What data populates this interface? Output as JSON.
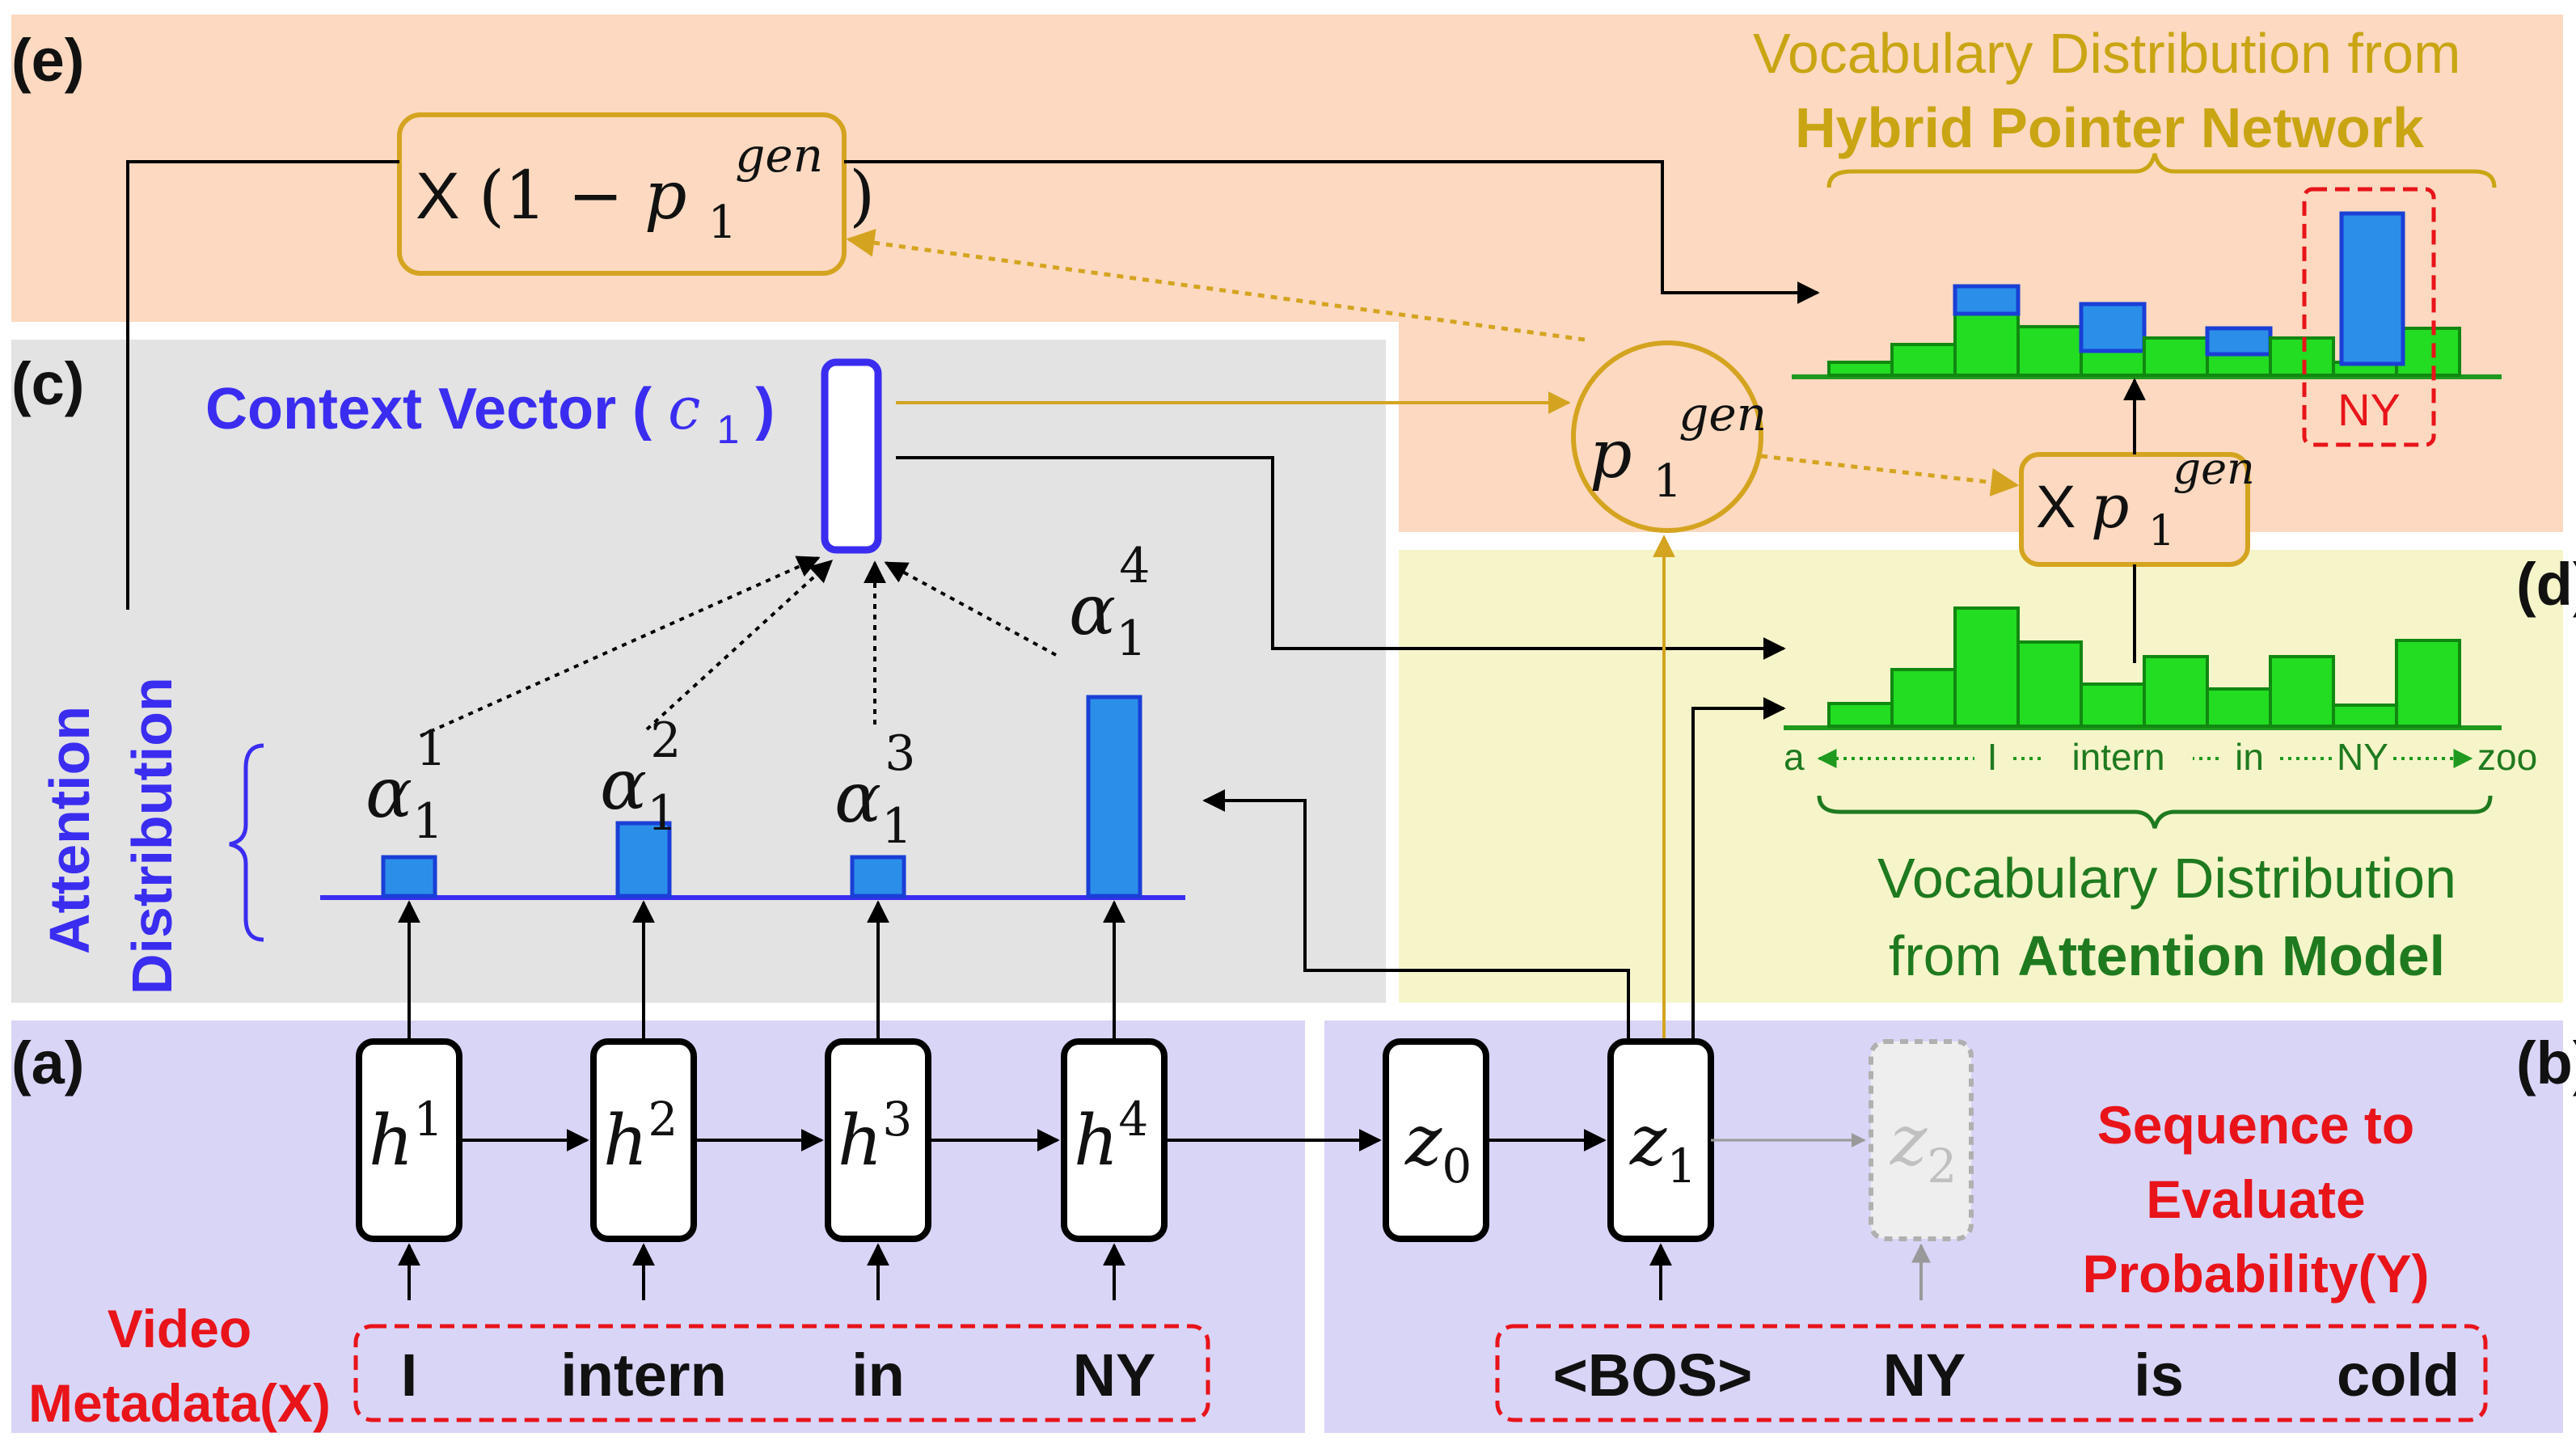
{
  "panels": {
    "a": "(a)",
    "b": "(b)",
    "c": "(c)",
    "d": "(d)",
    "e": "(e)"
  },
  "top_title": {
    "line1": "Vocabulary Distribution from",
    "line2": "Hybrid Pointer Network"
  },
  "bottom_title": {
    "line1": "Vocabulary Distribution",
    "line2_pre": "from ",
    "line2_bold": "Attention Model"
  },
  "context_vector": {
    "label": "Context Vector (",
    "symbol": "c",
    "sub": "1",
    "close": ")"
  },
  "attention_label": {
    "line1": "Attention",
    "line2": "Distribution"
  },
  "mult_top": {
    "x": "X",
    "paren_open": "(1 − ",
    "p": "p",
    "sup": "gen",
    "sub": "1",
    "paren_close": ")"
  },
  "mult_mid": {
    "x": "X",
    "p": "p",
    "sup": "gen",
    "sub": "1"
  },
  "pgen": {
    "p": "p",
    "sup": "gen",
    "sub": "1"
  },
  "alphas": [
    {
      "sym": "α",
      "sup": "1",
      "sub": "1"
    },
    {
      "sym": "α",
      "sup": "2",
      "sub": "1"
    },
    {
      "sym": "α",
      "sup": "3",
      "sub": "1"
    },
    {
      "sym": "α",
      "sup": "4",
      "sub": "1"
    }
  ],
  "encoder_states": [
    {
      "sym": "h",
      "sup": "1"
    },
    {
      "sym": "h",
      "sup": "2"
    },
    {
      "sym": "h",
      "sup": "3"
    },
    {
      "sym": "h",
      "sup": "4"
    }
  ],
  "decoder_states": [
    {
      "sym": "z",
      "sub": "0"
    },
    {
      "sym": "z",
      "sub": "1"
    },
    {
      "sym": "z",
      "sub": "2"
    }
  ],
  "input_tokens": [
    "I",
    "intern",
    "in",
    "NY"
  ],
  "input_label": {
    "line1": "Video",
    "line2": "Metadata(X)"
  },
  "output_tokens": [
    "<BOS>",
    "NY",
    "is",
    "cold"
  ],
  "output_label": {
    "line1": "Sequence to",
    "line2": "Evaluate",
    "line3": "Probability(Y)"
  },
  "vocab_axis": {
    "start": "a",
    "end": "zoo",
    "ticks": [
      "I",
      "intern",
      "in",
      "NY"
    ]
  },
  "hybrid_highlight": "NY",
  "colors": {
    "panel_e_bg": "#fcd9c0",
    "panel_c_bg": "#e3e3e3",
    "panel_d_bg": "#f6f5c9",
    "panel_ab_bg": "#d9d5f7",
    "gold": "#d4a420",
    "title_gold": "#c9a514",
    "blue_text": "#3a2df0",
    "green_text": "#1f7a1f",
    "red_text": "#e8141a",
    "bar_green": "#22dd22",
    "bar_blue": "#2b8fea"
  }
}
